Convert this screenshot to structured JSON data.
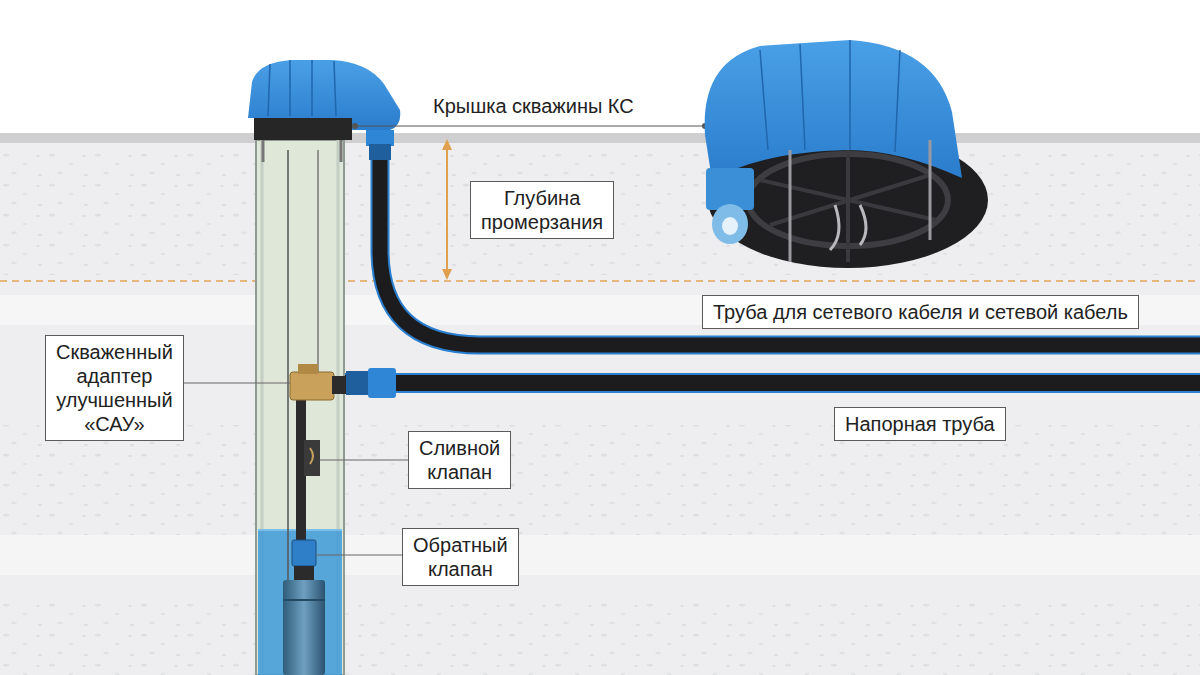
{
  "diagram": {
    "nodes": [
      {
        "text": [
          "Глубина промерзания"
        ]
      },
      {
        "text": [
          "Труба для сетевого кабеля и сетевой кабель"
        ]
      },
      {
        "text": [
          "Скваженный адаптер улучшенный «САУ»"
        ]
      },
      {
        "text": [
          "Напорная труба"
        ]
      },
      {
        "text": [
          "Сливной клапан"
        ]
      },
      {
        "text": [
          "Обратный клапан"
        ]
      }
    ],
    "labels": [
      "Крышка скважины КС"
    ]
  }
}
